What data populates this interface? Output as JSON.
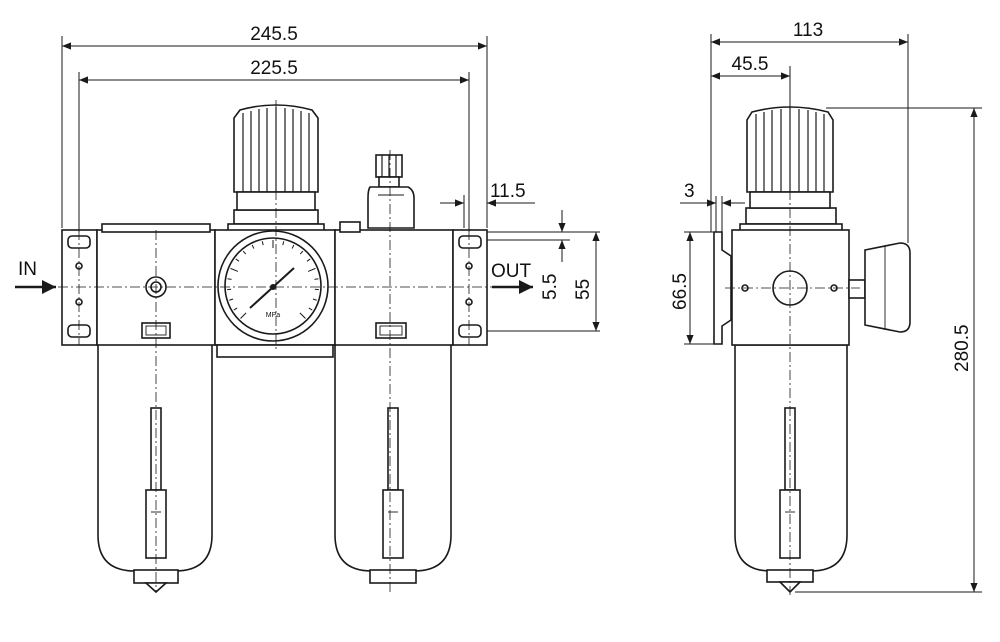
{
  "dimensions": {
    "total_width": "245.5",
    "mount_width": "225.5",
    "port_offset": "11.5",
    "port_offset_small": "5.5",
    "body_height": "55",
    "depth": "113",
    "center_depth": "45.5",
    "bracket_thickness": "3",
    "bracket_height": "66.5",
    "total_height": "280.5"
  },
  "labels": {
    "inlet": "IN",
    "outlet": "OUT",
    "gauge_unit": "MPa"
  }
}
